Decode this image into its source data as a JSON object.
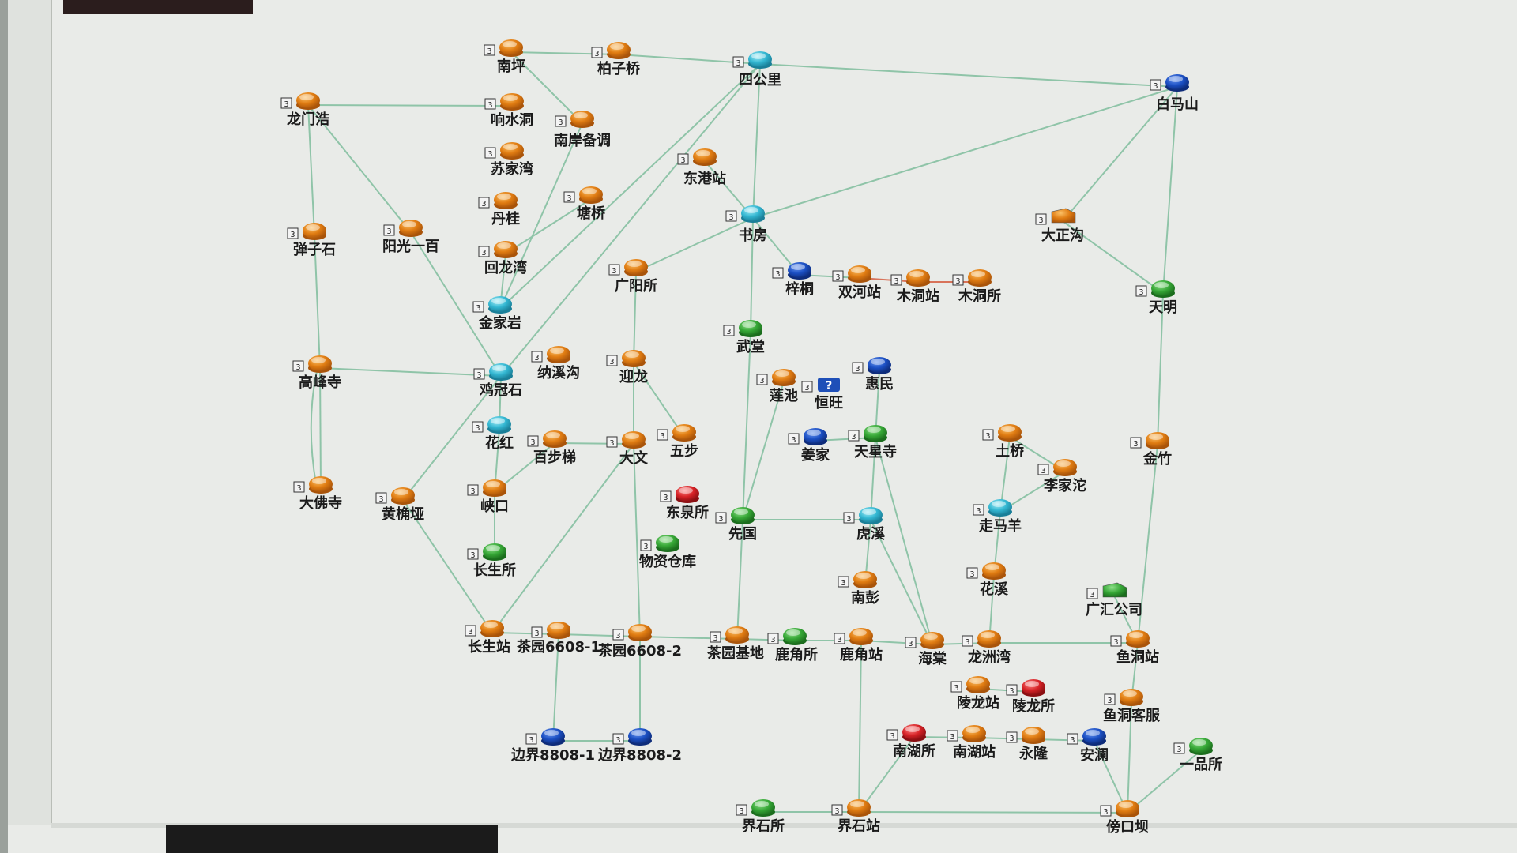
{
  "app": {
    "title": ""
  },
  "legend_badge": "3",
  "colors": {
    "orange": "#e88a1e",
    "cyan": "#3dbcd4",
    "blue": "#1e55c8",
    "green": "#3aa83a",
    "red": "#d8252a",
    "link": "#8fc4a8",
    "link_red": "#d8735a"
  },
  "nodes": [
    {
      "id": "nanping",
      "label": "南坪",
      "color": "orange",
      "icon": "router-node-icon"
    },
    {
      "id": "baiziqiao",
      "label": "柏子桥",
      "color": "orange",
      "icon": "router-node-icon"
    },
    {
      "id": "sigongli",
      "label": "四公里",
      "color": "cyan",
      "icon": "core-node-icon"
    },
    {
      "id": "baimashan",
      "label": "白马山",
      "color": "blue",
      "icon": "router-node-icon"
    },
    {
      "id": "longmenhao",
      "label": "龙门浩",
      "color": "orange",
      "icon": "router-node-icon"
    },
    {
      "id": "xiangshuidong",
      "label": "响水洞",
      "color": "orange",
      "icon": "router-node-icon"
    },
    {
      "id": "nanan",
      "label": "南岸备调",
      "color": "orange",
      "icon": "router-node-icon"
    },
    {
      "id": "sujiawan",
      "label": "苏家湾",
      "color": "orange",
      "icon": "router-node-icon"
    },
    {
      "id": "danggang",
      "label": "东港站",
      "color": "orange",
      "icon": "router-node-icon"
    },
    {
      "id": "dangui",
      "label": "丹桂",
      "color": "orange",
      "icon": "router-node-icon"
    },
    {
      "id": "tangqiao",
      "label": "塘桥",
      "color": "orange",
      "icon": "router-node-icon"
    },
    {
      "id": "shufang",
      "label": "书房",
      "color": "cyan",
      "icon": "core-node-icon"
    },
    {
      "id": "danzhigou",
      "label": "大正沟",
      "color": "orange",
      "icon": "folder-node-icon"
    },
    {
      "id": "tanzishi",
      "label": "弹子石",
      "color": "orange",
      "icon": "router-node-icon"
    },
    {
      "id": "yangguang",
      "label": "阳光一百",
      "color": "orange",
      "icon": "router-node-icon"
    },
    {
      "id": "huilongwan",
      "label": "回龙湾",
      "color": "orange",
      "icon": "router-node-icon"
    },
    {
      "id": "guangyang",
      "label": "广阳所",
      "color": "orange",
      "icon": "router-node-icon"
    },
    {
      "id": "zidong",
      "label": "梓桐",
      "color": "blue",
      "icon": "router-node-icon"
    },
    {
      "id": "shuanghe",
      "label": "双河站",
      "color": "orange",
      "icon": "router-node-icon"
    },
    {
      "id": "mudongzhan",
      "label": "木洞站",
      "color": "orange",
      "icon": "router-node-icon"
    },
    {
      "id": "mudongsuo",
      "label": "木洞所",
      "color": "orange",
      "icon": "router-node-icon"
    },
    {
      "id": "tianming",
      "label": "天明",
      "color": "green",
      "icon": "router-node-icon"
    },
    {
      "id": "jinjiayan",
      "label": "金家岩",
      "color": "cyan",
      "icon": "core-node-icon"
    },
    {
      "id": "wutang",
      "label": "武堂",
      "color": "green",
      "icon": "router-node-icon"
    },
    {
      "id": "gaofengsi",
      "label": "高峰寺",
      "color": "orange",
      "icon": "router-node-icon"
    },
    {
      "id": "nanxigou",
      "label": "纳溪沟",
      "color": "orange",
      "icon": "router-node-icon"
    },
    {
      "id": "yinglong",
      "label": "迎龙",
      "color": "orange",
      "icon": "router-node-icon"
    },
    {
      "id": "huimin",
      "label": "惠民",
      "color": "blue",
      "icon": "router-node-icon"
    },
    {
      "id": "jiguanshi",
      "label": "鸡冠石",
      "color": "cyan",
      "icon": "core-node-icon"
    },
    {
      "id": "lianchi",
      "label": "莲池",
      "color": "orange",
      "icon": "router-node-icon"
    },
    {
      "id": "hengwang",
      "label": "恒旺",
      "color": "blue",
      "icon": "unknown-node-icon",
      "glyph": "?"
    },
    {
      "id": "huahong",
      "label": "花红",
      "color": "cyan",
      "icon": "core-node-icon"
    },
    {
      "id": "baibuti",
      "label": "百步梯",
      "color": "orange",
      "icon": "router-node-icon"
    },
    {
      "id": "dawen",
      "label": "大文",
      "color": "orange",
      "icon": "router-node-icon"
    },
    {
      "id": "wubu",
      "label": "五步",
      "color": "orange",
      "icon": "router-node-icon"
    },
    {
      "id": "jiangjia",
      "label": "姜家",
      "color": "blue",
      "icon": "router-node-icon"
    },
    {
      "id": "tianxingsi",
      "label": "天星寺",
      "color": "green",
      "icon": "router-node-icon"
    },
    {
      "id": "tuqiao",
      "label": "土桥",
      "color": "orange",
      "icon": "router-node-icon"
    },
    {
      "id": "jinzhu",
      "label": "金竹",
      "color": "orange",
      "icon": "router-node-icon"
    },
    {
      "id": "lijiatuo",
      "label": "李家沱",
      "color": "orange",
      "icon": "router-node-icon"
    },
    {
      "id": "dafosi",
      "label": "大佛寺",
      "color": "orange",
      "icon": "router-node-icon"
    },
    {
      "id": "huangjueya",
      "label": "黄桷垭",
      "color": "orange",
      "icon": "router-node-icon"
    },
    {
      "id": "xiakou",
      "label": "峡口",
      "color": "orange",
      "icon": "router-node-icon"
    },
    {
      "id": "dongquan",
      "label": "东泉所",
      "color": "red",
      "icon": "router-node-icon"
    },
    {
      "id": "xianguo",
      "label": "先国",
      "color": "green",
      "icon": "router-node-icon"
    },
    {
      "id": "huxi",
      "label": "虎溪",
      "color": "cyan",
      "icon": "core-node-icon"
    },
    {
      "id": "zoumayang",
      "label": "走马羊",
      "color": "cyan",
      "icon": "core-node-icon"
    },
    {
      "id": "changshengsuo",
      "label": "长生所",
      "color": "green",
      "icon": "router-node-icon"
    },
    {
      "id": "wuzicangku",
      "label": "物资仓库",
      "color": "green",
      "icon": "router-node-icon"
    },
    {
      "id": "nanpeng",
      "label": "南彭",
      "color": "orange",
      "icon": "router-node-icon"
    },
    {
      "id": "huaxi",
      "label": "花溪",
      "color": "orange",
      "icon": "router-node-icon"
    },
    {
      "id": "guanghui",
      "label": "广汇公司",
      "color": "green",
      "icon": "folder-node-icon"
    },
    {
      "id": "changshengzhan",
      "label": "长生站",
      "color": "orange",
      "icon": "router-node-icon"
    },
    {
      "id": "chayuan1",
      "label": "茶园6608-1",
      "color": "orange",
      "icon": "router-node-icon"
    },
    {
      "id": "chayuan2",
      "label": "茶园6608-2",
      "color": "orange",
      "icon": "router-node-icon"
    },
    {
      "id": "chayuanjidi",
      "label": "茶园基地",
      "color": "orange",
      "icon": "router-node-icon"
    },
    {
      "id": "lujiaosuo",
      "label": "鹿角所",
      "color": "green",
      "icon": "router-node-icon"
    },
    {
      "id": "lujiaozhan",
      "label": "鹿角站",
      "color": "orange",
      "icon": "router-node-icon"
    },
    {
      "id": "haitang",
      "label": "海棠",
      "color": "orange",
      "icon": "router-node-icon"
    },
    {
      "id": "longzhouwan",
      "label": "龙洲湾",
      "color": "orange",
      "icon": "router-node-icon"
    },
    {
      "id": "yudongzhan",
      "label": "鱼洞站",
      "color": "orange",
      "icon": "router-node-icon"
    },
    {
      "id": "linglongzhan",
      "label": "陵龙站",
      "color": "orange",
      "icon": "router-node-icon"
    },
    {
      "id": "linglongsuo",
      "label": "陵龙所",
      "color": "red",
      "icon": "router-node-icon"
    },
    {
      "id": "yudongkefu",
      "label": "鱼洞客服",
      "color": "orange",
      "icon": "router-node-icon"
    },
    {
      "id": "bianjie1",
      "label": "边界8808-1",
      "color": "blue",
      "icon": "router-node-icon"
    },
    {
      "id": "bianjie2",
      "label": "边界8808-2",
      "color": "blue",
      "icon": "router-node-icon"
    },
    {
      "id": "nanhusuo",
      "label": "南湖所",
      "color": "red",
      "icon": "router-node-icon"
    },
    {
      "id": "nanhuzhan",
      "label": "南湖站",
      "color": "orange",
      "icon": "router-node-icon"
    },
    {
      "id": "yonglong",
      "label": "永隆",
      "color": "orange",
      "icon": "router-node-icon"
    },
    {
      "id": "anlan",
      "label": "安澜",
      "color": "blue",
      "icon": "router-node-icon"
    },
    {
      "id": "yipinsuo",
      "label": "一品所",
      "color": "green",
      "icon": "router-node-icon"
    },
    {
      "id": "jieshisuo",
      "label": "界石所",
      "color": "green",
      "icon": "router-node-icon"
    },
    {
      "id": "jieshizhan",
      "label": "界石站",
      "color": "orange",
      "icon": "router-node-icon"
    },
    {
      "id": "bangkouba",
      "label": "傍口坝",
      "color": "orange",
      "icon": "router-node-icon"
    }
  ],
  "links": [
    [
      "nanping",
      "baiziqiao"
    ],
    [
      "baiziqiao",
      "sigongli"
    ],
    [
      "sigongli",
      "baimashan"
    ],
    [
      "longmenhao",
      "xiangshuidong"
    ],
    [
      "nanping",
      "nanan"
    ],
    [
      "nanan",
      "jinjiayan"
    ],
    [
      "longmenhao",
      "tanzishi"
    ],
    [
      "tanzishi",
      "gaofengsi"
    ],
    [
      "longmenhao",
      "yangguang"
    ],
    [
      "yangguang",
      "jiguanshi"
    ],
    [
      "tangqiao",
      "huilongwan"
    ],
    [
      "huilongwan",
      "jinjiayan"
    ],
    [
      "sigongli",
      "jinjiayan"
    ],
    [
      "sigongli",
      "jiguanshi"
    ],
    [
      "sigongli",
      "shufang"
    ],
    [
      "danggang",
      "shufang"
    ],
    [
      "shufang",
      "baimashan"
    ],
    [
      "shufang",
      "guangyang"
    ],
    [
      "guangyang",
      "yinglong"
    ],
    [
      "yinglong",
      "dawen"
    ],
    [
      "yinglong",
      "wubu"
    ],
    [
      "shufang",
      "zidong"
    ],
    [
      "shufang",
      "wutang"
    ],
    [
      "wutang",
      "xianguo"
    ],
    [
      "baimashan",
      "danzhigou"
    ],
    [
      "danzhigou",
      "tianming"
    ],
    [
      "baimashan",
      "tianming"
    ],
    [
      "tianming",
      "jinzhu"
    ],
    [
      "jinzhu",
      "yudongzhan"
    ],
    [
      "gaofengsi",
      "jiguanshi"
    ],
    [
      "gaofengsi",
      "dafosi"
    ],
    [
      "jiguanshi",
      "huahong"
    ],
    [
      "jiguanshi",
      "huangjueya"
    ],
    [
      "huahong",
      "xiakou"
    ],
    [
      "xiakou",
      "baibuti"
    ],
    [
      "baibuti",
      "dawen"
    ],
    [
      "xiakou",
      "changshengsuo"
    ],
    [
      "huangjueya",
      "changshengzhan"
    ],
    [
      "dawen",
      "changshengzhan"
    ],
    [
      "dawen",
      "chayuan2"
    ],
    [
      "lianchi",
      "xianguo"
    ],
    [
      "huimin",
      "tianxingsi"
    ],
    [
      "jiangjia",
      "tianxingsi"
    ],
    [
      "tianxingsi",
      "huxi"
    ],
    [
      "xianguo",
      "huxi"
    ],
    [
      "huxi",
      "nanpeng"
    ],
    [
      "huxi",
      "haitang"
    ],
    [
      "tianxingsi",
      "haitang"
    ],
    [
      "tuqiao",
      "zoumayang"
    ],
    [
      "tuqiao",
      "lijiatuo"
    ],
    [
      "zoumayang",
      "lijiatuo"
    ],
    [
      "zoumayang",
      "huaxi"
    ],
    [
      "huaxi",
      "longzhouwan"
    ],
    [
      "xianguo",
      "chayuanjidi"
    ],
    [
      "changshengzhan",
      "chayuan1"
    ],
    [
      "chayuan1",
      "chayuan2"
    ],
    [
      "chayuan2",
      "chayuanjidi"
    ],
    [
      "chayuanjidi",
      "lujiaosuo"
    ],
    [
      "lujiaosuo",
      "lujiaozhan"
    ],
    [
      "lujiaozhan",
      "haitang"
    ],
    [
      "haitang",
      "longzhouwan"
    ],
    [
      "longzhouwan",
      "yudongzhan"
    ],
    [
      "yudongzhan",
      "yudongkefu"
    ],
    [
      "yudongkefu",
      "bangkouba"
    ],
    [
      "chayuan1",
      "bianjie1"
    ],
    [
      "bianjie1",
      "bianjie2"
    ],
    [
      "chayuan2",
      "bianjie2"
    ],
    [
      "lujiaozhan",
      "jieshizhan"
    ],
    [
      "nanhusuo",
      "nanhuzhan"
    ],
    [
      "nanhuzhan",
      "yonglong"
    ],
    [
      "yonglong",
      "anlan"
    ],
    [
      "anlan",
      "bangkouba"
    ],
    [
      "nanhusuo",
      "jieshizhan"
    ],
    [
      "jieshisuo",
      "jieshizhan"
    ],
    [
      "jieshizhan",
      "bangkouba"
    ],
    [
      "yipinsuo",
      "bangkouba"
    ],
    [
      "linglongzhan",
      "linglongsuo"
    ],
    [
      "guanghui",
      "yudongzhan"
    ],
    [
      "zidong",
      "shuanghe"
    ]
  ],
  "alarm_links": [
    [
      "shuanghe",
      "mudongzhan"
    ],
    [
      "mudongzhan",
      "mudongsuo"
    ]
  ]
}
